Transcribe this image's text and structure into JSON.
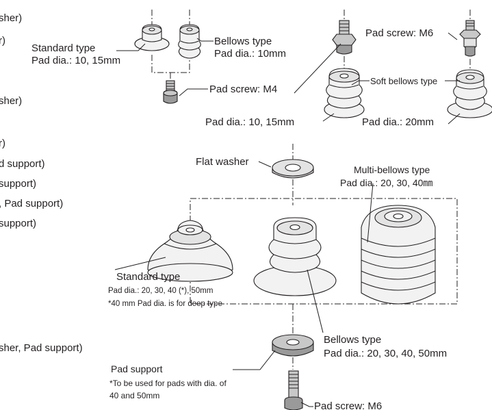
{
  "left_cut": [
    "sher)",
    "r)",
    "sher)",
    "r)",
    "d support)",
    "support)",
    ", Pad support)",
    "support)",
    "sher, Pad support)"
  ],
  "labels": {
    "standard_small_type": "Standard type",
    "standard_small_dia": "Pad dia.: 10, 15mm",
    "bellows_small_type": "Bellows type",
    "bellows_small_dia": "Pad dia.: 10mm",
    "pad_screw_m4": "Pad screw: M4",
    "pad_screw_m6_top": "Pad screw: M6",
    "soft_bellows_type": "Soft bellows type",
    "soft_dia_small": "Pad dia.: 10, 15mm",
    "soft_dia_large": "Pad dia.: 20mm",
    "flat_washer": "Flat washer",
    "multi_bellows_type": "Multi-bellows type",
    "multi_bellows_dia": "Pad dia.: 20, 30, 40㎜",
    "standard_large_type": "Standard type",
    "standard_large_dia": "Pad dia.: 20, 30, 40 (*), 50mm",
    "standard_large_note": "*40 mm Pad dia. is for deep type",
    "bellows_large_type": "Bellows type",
    "bellows_large_dia": "Pad dia.: 20, 30, 40, 50mm",
    "pad_support": "Pad support",
    "pad_support_note1": "*To be used for pads with dia. of",
    "pad_support_note2": "40 and 50mm",
    "pad_screw_m6_bottom": "Pad screw: M6"
  }
}
